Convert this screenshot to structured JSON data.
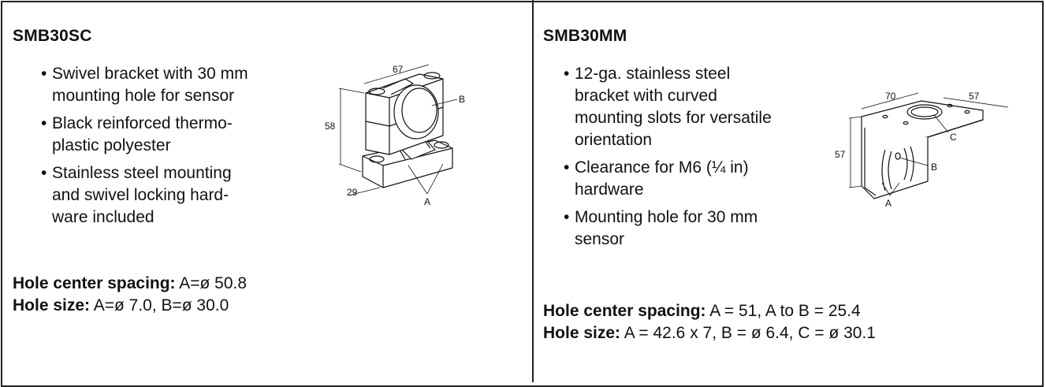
{
  "left": {
    "title": "SMB30SC",
    "features": [
      {
        "lines": [
          "Swivel bracket with 30 mm",
          "mounting hole for sensor"
        ]
      },
      {
        "lines": [
          "Black reinforced thermo-",
          "plastic polyester"
        ]
      },
      {
        "lines": [
          "Stainless steel mounting",
          "and swivel locking hard-",
          "ware included"
        ]
      }
    ],
    "specs": [
      {
        "label": "Hole center spacing:",
        "value": " A=ø 50.8"
      },
      {
        "label": "Hole size:",
        "value": " A=ø 7.0, B=ø 30.0"
      }
    ],
    "drawing": {
      "dim_width": "67",
      "dim_height": "58",
      "dim_depth": "29",
      "callout_a": "A",
      "callout_b": "B"
    }
  },
  "right": {
    "title": "SMB30MM",
    "features": [
      {
        "lines": [
          "12-ga. stainless steel",
          "bracket with curved",
          "mounting slots for versatile",
          "orientation"
        ]
      },
      {
        "lines": [
          "Clearance for M6 (¼ in)",
          "hardware"
        ]
      },
      {
        "lines": [
          "Mounting hole for 30 mm",
          "sensor"
        ]
      }
    ],
    "specs": [
      {
        "label": "Hole center spacing:",
        "value": " A = 51, A to B = 25.4"
      },
      {
        "label": "Hole size:",
        "value": " A = 42.6 x 7, B = ø 6.4, C = ø 30.1"
      }
    ],
    "drawing": {
      "dim_width": "70",
      "dim_depth": "57",
      "dim_height": "57",
      "callout_a": "A",
      "callout_b": "B",
      "callout_c": "C"
    }
  },
  "bullet_char": "•"
}
